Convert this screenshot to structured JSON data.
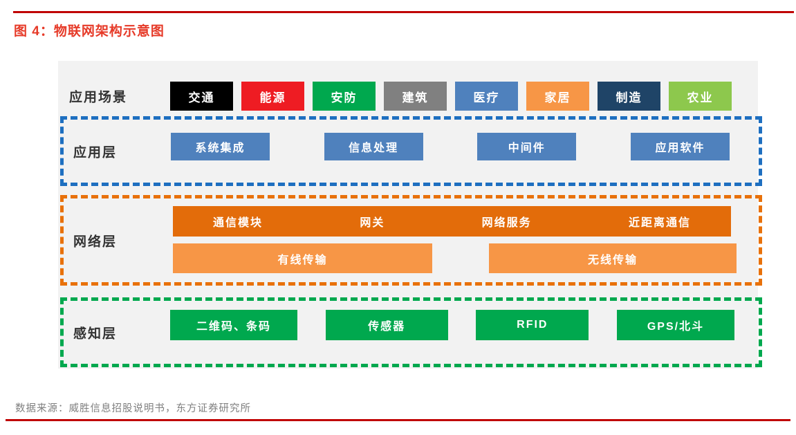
{
  "page": {
    "title": "图 4：物联网架构示意图",
    "source_note": "数据来源：威胜信息招股说明书，东方证券研究所"
  },
  "colors": {
    "title_red": "#e63a28",
    "rule_red": "#c00000",
    "panel_bg": "#f2f2f2",
    "steel_blue": "#4f81bd",
    "dark_orange": "#e36c0a",
    "light_orange": "#f79646",
    "green": "#00a84e",
    "dash_blue": "#1e6fc0",
    "dash_orange": "#e8710a",
    "dash_green": "#00a84e",
    "scenario_black": "#000000",
    "scenario_red": "#ee1c23",
    "scenario_gray": "#808080",
    "scenario_navy": "#1f4467",
    "scenario_light_green": "#8dc84d"
  },
  "scenario": {
    "label": "应用场景",
    "items": [
      {
        "label": "交通",
        "color": "#000000"
      },
      {
        "label": "能源",
        "color": "#ee1c23"
      },
      {
        "label": "安防",
        "color": "#00a84e"
      },
      {
        "label": "建筑",
        "color": "#808080"
      },
      {
        "label": "医疗",
        "color": "#4f81bd"
      },
      {
        "label": "家居",
        "color": "#f79646"
      },
      {
        "label": "制造",
        "color": "#1f4467"
      },
      {
        "label": "农业",
        "color": "#8dc84d"
      }
    ]
  },
  "app_layer": {
    "label": "应用层",
    "boxes": [
      "系统集成",
      "信息处理",
      "中间件",
      "应用软件"
    ]
  },
  "network_layer": {
    "label": "网络层",
    "bar_items": [
      "通信模块",
      "网关",
      "网络服务",
      "近距离通信"
    ],
    "wired": "有线传输",
    "wireless": "无线传输"
  },
  "sense_layer": {
    "label": "感知层",
    "boxes": [
      "二维码、条码",
      "传感器",
      "RFID",
      "GPS/北斗"
    ]
  }
}
